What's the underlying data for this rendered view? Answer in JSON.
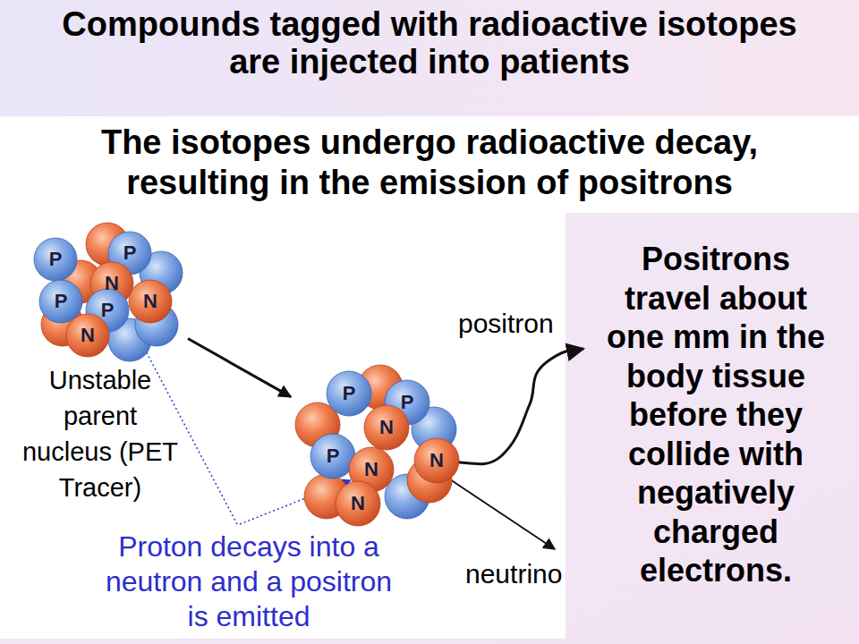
{
  "diagram": {
    "title": "Compounds tagged with radioactive isotopes are injected into patients",
    "nodes": [
      {
        "text": [
          "The isotopes undergo radioactive decay, resulting in the emission of positrons"
        ]
      },
      {
        "text": [
          "P",
          "P",
          "N",
          "P",
          "P",
          "N",
          "N"
        ]
      },
      {
        "text": [
          "P",
          "P",
          "N",
          "P",
          "N",
          "N",
          "N"
        ]
      }
    ],
    "edges": [
      {
        "from": 1,
        "to": 2,
        "arrow": "to"
      }
    ],
    "labels": [
      "Unstable parent nucleus (PET Tracer)",
      "positron",
      "neutrino",
      "Proton decays into a neutron and a positron is emitted",
      "Positrons travel about one mm in the body tissue before they collide with negatively charged electrons."
    ]
  }
}
